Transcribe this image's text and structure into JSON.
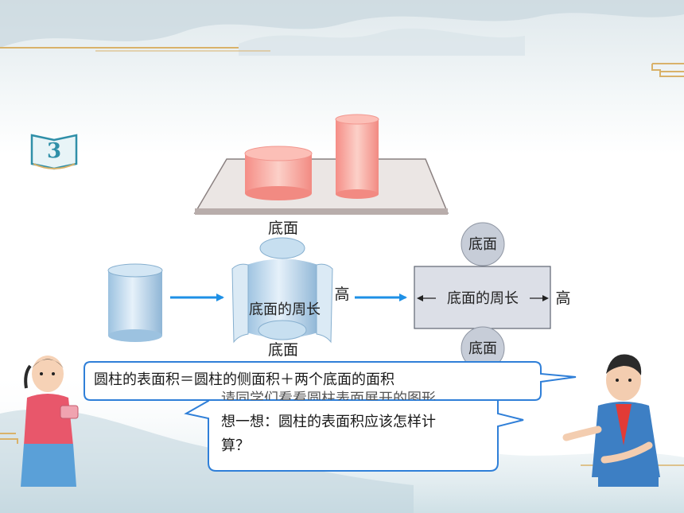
{
  "example_badge": {
    "number": "3"
  },
  "labels": {
    "base_top": "底面",
    "base_bottom": "底面",
    "height_mid": "高",
    "circumference_mid": "底面的周长",
    "rect_base_top": "底面",
    "rect_base_bottom": "底面",
    "rect_circumference": "底面的周长",
    "rect_height": "高"
  },
  "bubbles": {
    "girl_question": {
      "line1": "请同学们看看圆柱表面展开的图形",
      "line2": "想一想：圆柱的表面积应该怎样计",
      "line3": "算？"
    },
    "boy_answer": "圆柱的表面积＝圆柱的侧面积＋两个底面的面积"
  },
  "colors": {
    "accent_gold": "#d9b26a",
    "badge_blue": "#2f8fa8",
    "cylinder_blue": "#bcd9ec",
    "cylinder_pink": "#f7a6a0",
    "arrow_blue": "#1e90e6",
    "bubble_border": "#2f7fd8"
  }
}
